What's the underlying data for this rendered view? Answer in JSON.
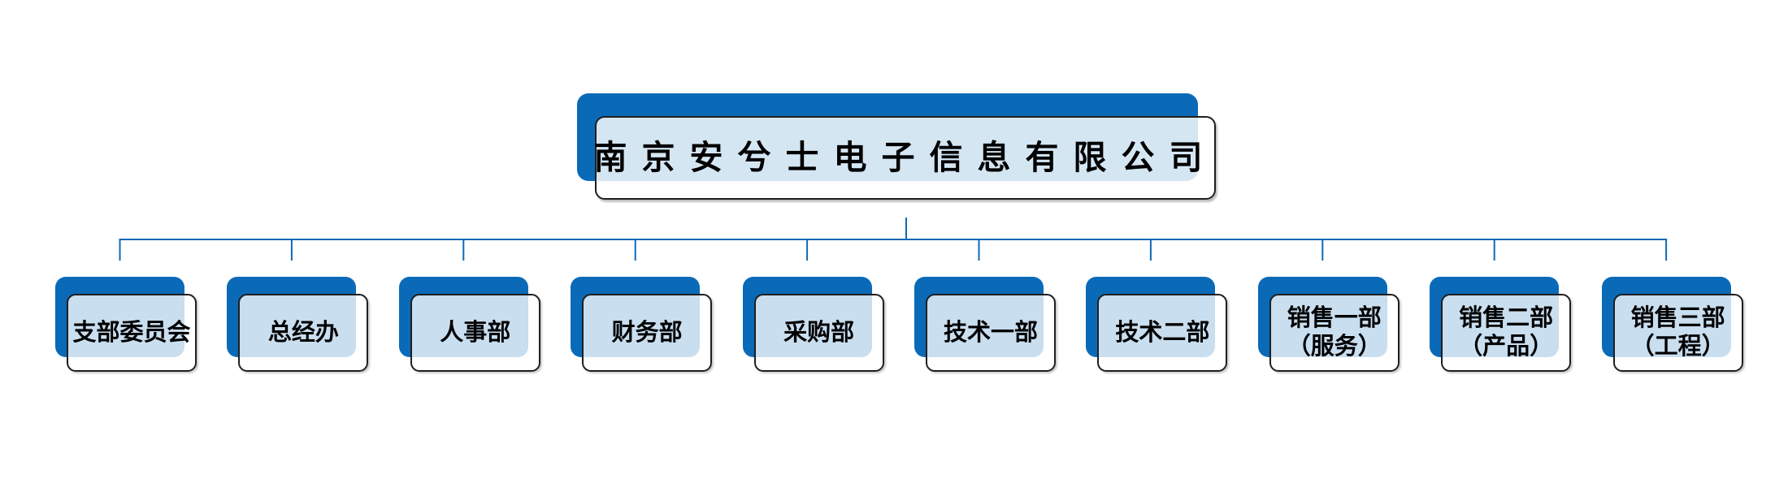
{
  "company": {
    "name": "南京安兮士电子信息有限公司"
  },
  "departments": [
    {
      "label": "支部委员会",
      "lines": [
        "支部委员会"
      ]
    },
    {
      "label": "总经办",
      "lines": [
        "总经办"
      ]
    },
    {
      "label": "人事部",
      "lines": [
        "人事部"
      ]
    },
    {
      "label": "财务部",
      "lines": [
        "财务部"
      ]
    },
    {
      "label": "采购部",
      "lines": [
        "采购部"
      ]
    },
    {
      "label": "技术一部",
      "lines": [
        "技术一部"
      ]
    },
    {
      "label": "技术二部",
      "lines": [
        "技术二部"
      ]
    },
    {
      "label": "销售一部（服务）",
      "lines": [
        "销售一部",
        "（服务）"
      ]
    },
    {
      "label": "销售二部（产品）",
      "lines": [
        "销售二部",
        "（产品）"
      ]
    },
    {
      "label": "销售三部（工程）",
      "lines": [
        "销售三部",
        "（工程）"
      ]
    }
  ],
  "colors": {
    "shape_blue": "#0a6ab8",
    "connector_blue": "#0f69b4",
    "border_color": "#1f1f1f",
    "title_face": "rgba(255,255,255,0.83)",
    "dept_face": "rgba(255,255,255,0.78)",
    "title_tint": "#dbe5f1",
    "dept_tint": "#cddeef",
    "text_color": "#000000",
    "background": "#ffffff"
  }
}
